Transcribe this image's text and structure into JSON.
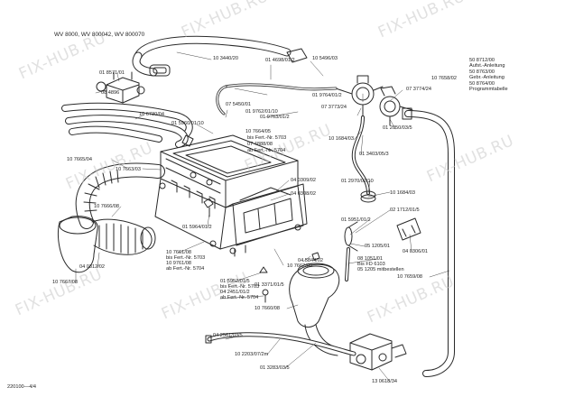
{
  "header": {
    "model_line": "WV 8000, WV 800042, WV 800070"
  },
  "footer": {
    "drawing_number": "220100—4/4"
  },
  "watermark": {
    "text": "FIX-HUB.RU"
  },
  "docs_block": [
    "50 8712/00",
    "Aufst.-Anleitung",
    "50 8763/00",
    "Gebr.-Anleitung",
    "50 8764/00",
    "Programmtabelle"
  ],
  "part_labels": {
    "p01": "10 3440/20",
    "p02": "01 4698/01/2",
    "p03": "10 5496/03",
    "p04": "01 8571/01",
    "p05": "08 4896",
    "p06": "10 7658/02",
    "p07": "01 9764/01/2",
    "p08": "07 3774/24",
    "p09": "07 5450/01",
    "p10": "07 3773/24",
    "p11": "10 6730/04",
    "p12": "01 9762/01/10",
    "p13": "01 9763/01/2",
    "p14": "01 5960/01/10",
    "p15": "10 7664/05",
    "p16": "bis Fert.-Nr. 5703",
    "p17": "07 4888/08",
    "p18": "ab Fert.-Nr. 5704",
    "p19": "10 1684/03",
    "p20": "01 2050/03/5",
    "p21": "10 7665/04",
    "p22": "01 3403/05/3",
    "p23": "10 7663/03",
    "p24": "01 2970/02/10",
    "p25": "10 7666/08",
    "p26": "04 0309/02",
    "p27": "04 0308/02",
    "p28": "10 1684/03",
    "p29": "02 1712/01/5",
    "p30": "01 5964/01/2",
    "p31": "01 5951/01/2",
    "p32": "05 1205/01",
    "p33": "04 0306/01",
    "p34": "10 7661/08",
    "p35": "bis Fert.-Nr. 5703",
    "p36": "10 9761/08",
    "p37": "ab Fert.-Nr. 5704",
    "p38": "04 0312/02",
    "p39": "10 7662/09",
    "p40": "04 5844/02",
    "p41": "01 5952/01/5",
    "p42": "bis Fert.-Nr. 5703",
    "p43": "04 2451/01/2",
    "p44": "ab Fert.-Nr. 5704",
    "p45": "01 3371/01/5",
    "p46": "08 1051/01",
    "p47": "Bis FD 6103",
    "p48": "05 1205 mitbestellen",
    "p49": "10 7659/08",
    "p50": "10 7667/08",
    "p51": "10 7660/08",
    "p52": "04 2561/03/5",
    "p53": "10 2203/07/2m",
    "p54": "01 3283/03/5",
    "p55": "13 0618/34"
  }
}
